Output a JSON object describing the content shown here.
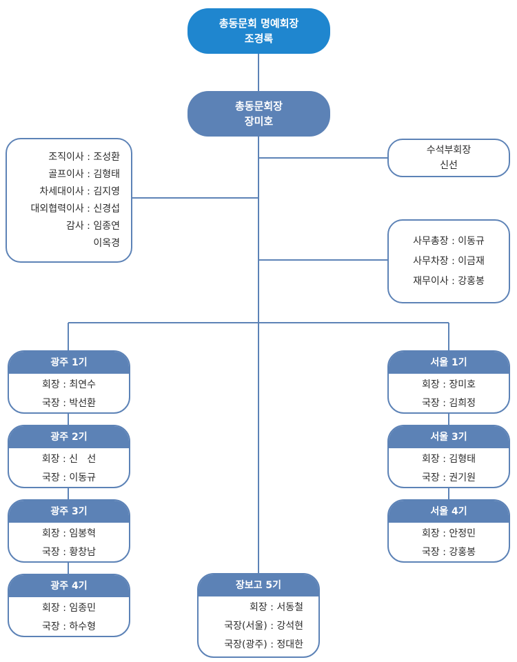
{
  "honorary": {
    "title": "총동문회 명예회장",
    "name": "조경록"
  },
  "president": {
    "title": "총동문회장",
    "name": "장미호"
  },
  "directors": [
    "조직이사 : 조성환",
    "골프이사 : 김형태",
    "차세대이사 : 김지영",
    "대외협력이사 : 신경섭",
    "감사 : 임종연",
    "이옥경"
  ],
  "senior_vp": {
    "title": "수석부회장",
    "name": "신선"
  },
  "secretariat": [
    "사무총장 : 이동규",
    "사무차장 : 이금재",
    "재무이사 : 강홍봉"
  ],
  "gwangju": [
    {
      "title": "광주 1기",
      "rows": [
        "회장 : 최연수",
        "국장 : 박선환"
      ]
    },
    {
      "title": "광주 2기",
      "rows": [
        "회장 : 신   선",
        "국장 : 이동규"
      ]
    },
    {
      "title": "광주 3기",
      "rows": [
        "회장 : 임봉혁",
        "국장 : 황창남"
      ]
    },
    {
      "title": "광주 4기",
      "rows": [
        "회장 : 임종민",
        "국장 : 하수형"
      ]
    }
  ],
  "seoul": [
    {
      "title": "서울 1기",
      "rows": [
        "회장 : 장미호",
        "국장 : 김희정"
      ]
    },
    {
      "title": "서울 3기",
      "rows": [
        "회장 : 김형태",
        "국장 : 권기원"
      ]
    },
    {
      "title": "서울 4기",
      "rows": [
        "회장 : 안정민",
        "국장 : 강홍봉"
      ]
    }
  ],
  "jangbogo": {
    "title": "장보고 5기",
    "rows": [
      "회장 : 서동철",
      "국장(서울) : 강석현",
      "국장(광주) : 정대한"
    ]
  },
  "colors": {
    "top": "#1f86cf",
    "accent": "#5c82b6"
  }
}
